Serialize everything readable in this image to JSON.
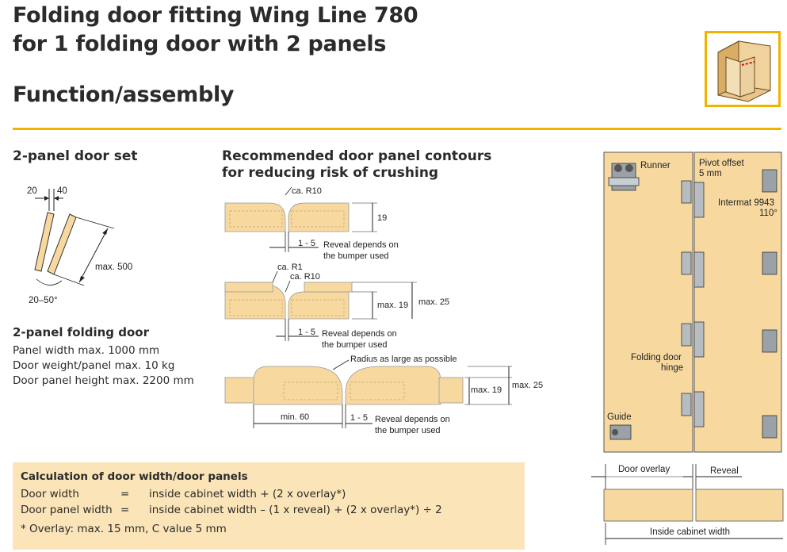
{
  "title_line1": "Folding door fitting Wing Line 780",
  "title_line2": "for 1 folding door with 2 panels",
  "subtitle": "Function/assembly",
  "door_set": {
    "heading": "2-panel door set",
    "dim_20": "20",
    "dim_40": "40",
    "dim_max500": "max. 500",
    "dim_20_50": "20–50°"
  },
  "folding_door": {
    "heading": "2-panel folding door",
    "specs": [
      "Panel width max. 1000 mm",
      "Door weight/panel max. 10 kg",
      "Door panel height max. 2200 mm"
    ]
  },
  "contours": {
    "heading_line1": "Recommended door panel contours",
    "heading_line2": "for reducing risk of crushing",
    "d1_r10": "ca. R10",
    "d1_19": "19",
    "d1_reveal_range": "1 - 5",
    "d1_reveal_text1": "Reveal depends on",
    "d1_reveal_text2": "the bumper used",
    "d2_r1": "ca. R1",
    "d2_r10": "ca. R10",
    "d2_max19": "max. 19",
    "d2_max25": "max. 25",
    "d2_reveal_range": "1 - 5",
    "d2_reveal_text1": "Reveal depends on",
    "d2_reveal_text2": "the bumper used",
    "d3_radius": "Radius as large as possible",
    "d3_max19": "max. 19",
    "d3_max25": "max. 25",
    "d3_min60": "min. 60",
    "d3_reveal_range": "1 - 5",
    "d3_reveal_text1": "Reveal depends on",
    "d3_reveal_text2": "the bumper used"
  },
  "cabinet": {
    "runner": "Runner",
    "pivot_offset_line1": "Pivot offset",
    "pivot_offset_line2": "5 mm",
    "intermat_line1": "Intermat 9943",
    "intermat_line2": "110°",
    "hinge_line1": "Folding door",
    "hinge_line2": "hinge",
    "guide": "Guide"
  },
  "section": {
    "door_overlay": "Door overlay",
    "reveal": "Reveal",
    "inside_width": "Inside cabinet width"
  },
  "calculation": {
    "heading": "Calculation of door width/door panels",
    "rows": [
      {
        "label": "Door width",
        "eq": "=",
        "formula": "inside cabinet width + (2 x overlay*)"
      },
      {
        "label": "Door panel width",
        "eq": "=",
        "formula": "inside cabinet width – (1 x reveal) + (2 x overlay*) ÷ 2"
      }
    ],
    "footnote": "* Overlay: max. 15 mm, C value 5 mm"
  },
  "colors": {
    "accent": "#f0b400",
    "wood": "#f7d9a0",
    "calc_bg": "#fbe4b8"
  }
}
